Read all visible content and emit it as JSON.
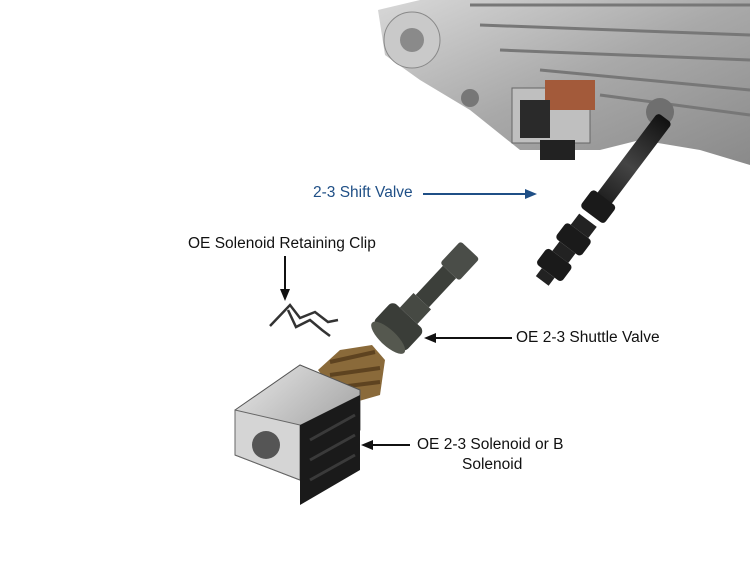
{
  "labels": {
    "shift_valve": "2-3 Shift Valve",
    "retaining_clip": "OE Solenoid Retaining Clip",
    "shuttle_valve": "OE 2-3 Shuttle Valve",
    "solenoid_line1": "OE 2-3 Solenoid or B",
    "solenoid_line2": "Solenoid"
  },
  "colors": {
    "shift_label": "#1f4f86",
    "text": "#111111"
  }
}
